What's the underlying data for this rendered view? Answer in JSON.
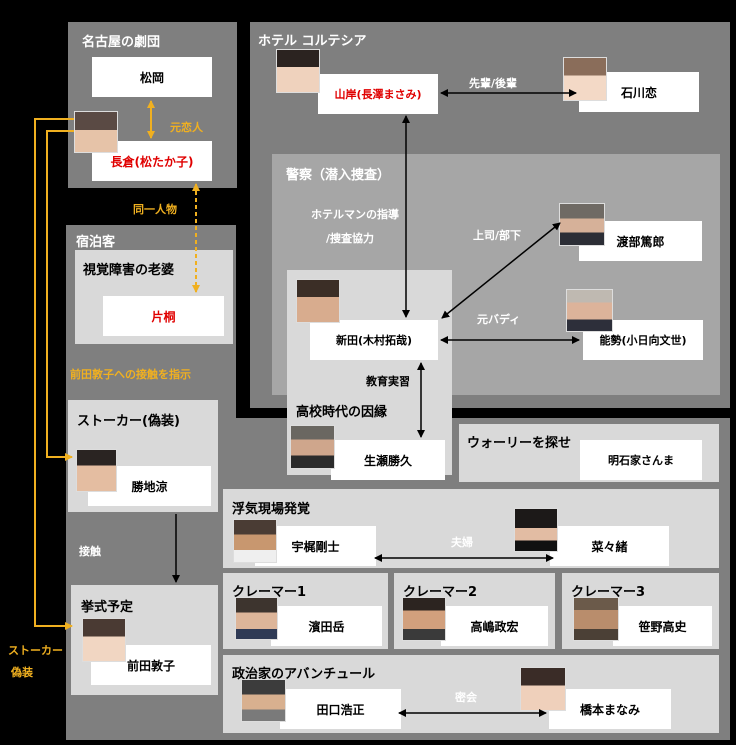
{
  "groups": {
    "nagoya": "名古屋の劇団",
    "hotel": "ホテル コルテシア",
    "police": "警察（潜入捜査）",
    "guests": "宿泊客",
    "blind": "視覚障害の老婆",
    "highschool": "高校時代の因縁",
    "waldo": "ウォーリーを探せ",
    "stalker": "ストーカー(偽装)",
    "affair": "浮気現場発覚",
    "claimer1": "クレーマー1",
    "claimer2": "クレーマー2",
    "claimer3": "クレーマー3",
    "wedding": "挙式予定",
    "politician": "政治家のアバンチュール"
  },
  "people": {
    "matsuoka": "松岡",
    "nagakura": "長倉(松たか子)",
    "katagiri": "片桐",
    "yamagishi": "山岸(長澤まさみ)",
    "ishikawa": "石川恋",
    "watabe": "渡部篤郎",
    "nitta": "新田(木村拓哉)",
    "nose": "能勢(小日向文世)",
    "ikuse": "生瀬勝久",
    "akashiya": "明石家さんま",
    "katsuji": "勝地涼",
    "ukaji": "宇梶剛士",
    "nanao": "菜々緒",
    "hamada": "濱田岳",
    "takashima": "高嶋政宏",
    "sasano": "笹野高史",
    "maeda": "前田敦子",
    "taguchi": "田口浩正",
    "hashimoto": "橋本まなみ"
  },
  "relations": {
    "ex_lover": "元恋人",
    "same_person": "同一人物",
    "senior_junior": "先輩/後輩",
    "hotelman_guide_1": "ホテルマンの指導",
    "hotelman_guide_2": "/捜査協力",
    "boss_sub": "上司/部下",
    "ex_buddy": "元バディ",
    "teaching": "教育実習",
    "contact_instruction": "前田敦子への接触を指示",
    "contact": "接触",
    "couple": "夫婦",
    "secret_meeting": "密会",
    "stalker_disguise_1": "ストーカー",
    "stalker_disguise_2": "偽装"
  },
  "colors": {
    "background": "#000000",
    "panel_dark": "#7f7f7f",
    "panel_mid": "#a6a6a6",
    "panel_light": "#d9d9d9",
    "red_text": "#e00000",
    "orange_line": "#f0b020"
  }
}
